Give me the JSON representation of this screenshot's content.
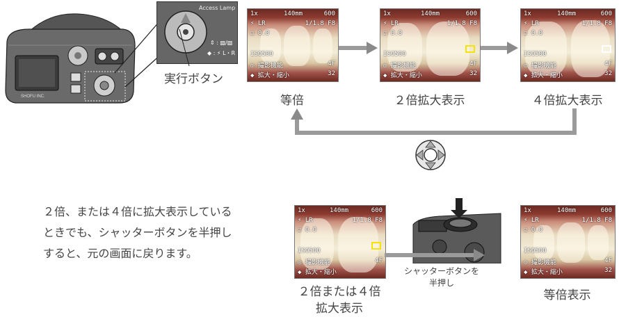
{
  "labels": {
    "exec_button": "実行ボタン",
    "screen_1x": "等倍",
    "screen_2x": "２倍拡大表示",
    "screen_4x": "４倍拡大表示",
    "bottom_left_line1": "２倍または４倍",
    "bottom_left_line2": "拡大表示",
    "shutter_line1": "シャッターボタンを",
    "shutter_line2": "半押し",
    "bottom_right": "等倍表示"
  },
  "paragraph": [
    "２倍、または４倍に拡大表示している",
    "ときでも、シャッターボタンを半押し",
    "すると、元の画面に戻ります。"
  ],
  "camera": {
    "brand": "SHOFU INC.",
    "panel_text": "Access Lamp",
    "panel_line1": "⇕ : ▨/▧",
    "panel_line2": "◆ : ⚡ L・R"
  },
  "osd": {
    "top_left": "1x",
    "top_mid": "140mm",
    "top_right": "600",
    "row2_left": "⚡ LR",
    "row2_right": "1/1.8 F8",
    "row3": "☑ 0.0",
    "row4": "ISO500",
    "row5": "◎ 撮影機能",
    "row6": "◆ 拡大・縮小",
    "row5_right": "4F",
    "row6_right": "32"
  },
  "colors": {
    "arrow": "#8a8a8a",
    "text": "#444444"
  }
}
